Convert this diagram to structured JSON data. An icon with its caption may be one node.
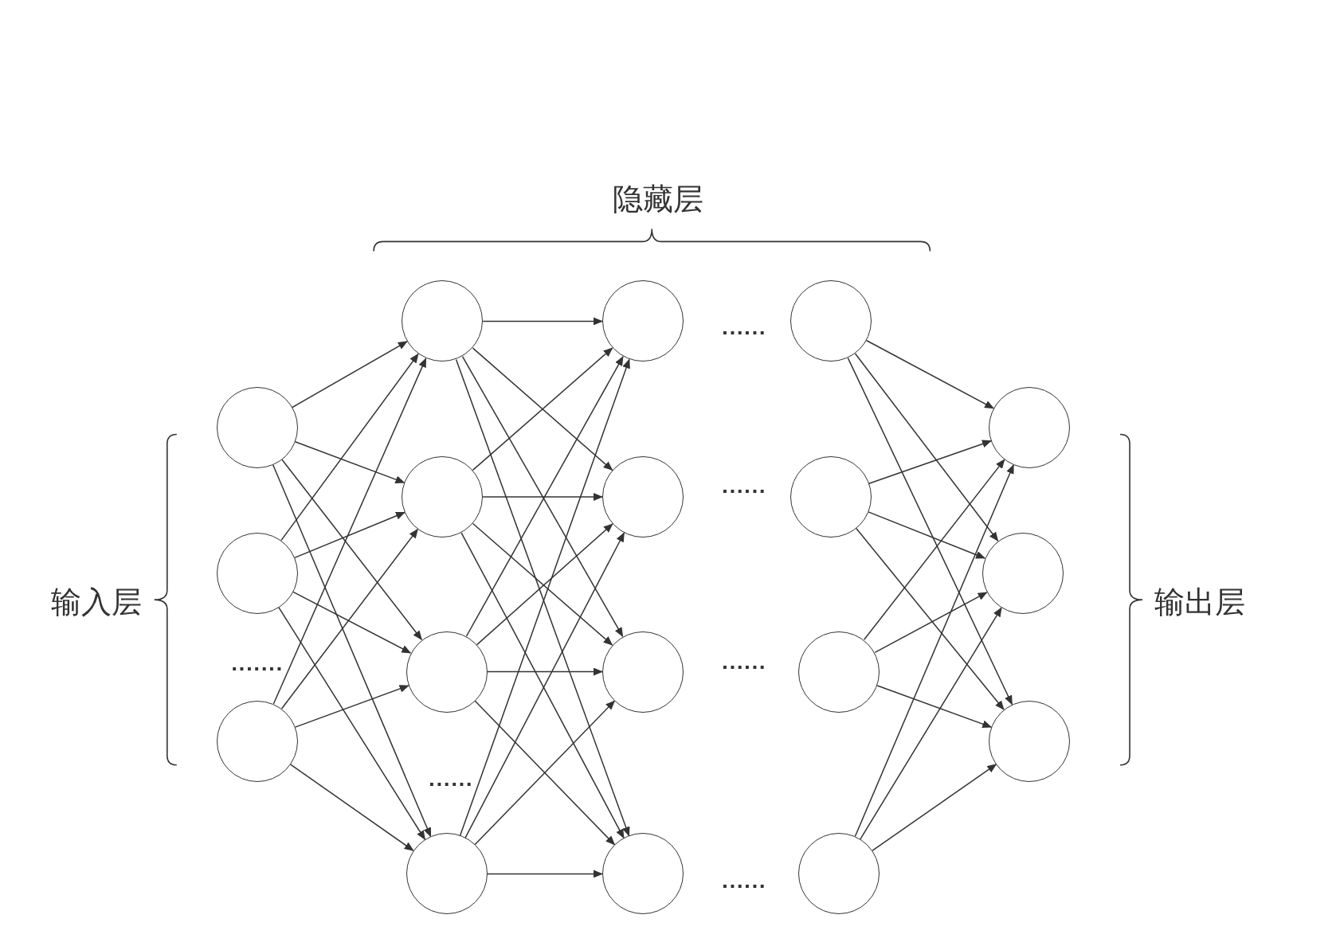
{
  "diagram": {
    "nodes": [
      {
        "text": [],
        "shape": "circle"
      },
      {
        "text": [],
        "shape": "circle"
      },
      {
        "text": [],
        "shape": "circle"
      },
      {
        "text": [],
        "shape": "circle"
      },
      {
        "text": [],
        "shape": "circle"
      },
      {
        "text": [],
        "shape": "circle"
      },
      {
        "text": [],
        "shape": "circle"
      },
      {
        "text": [],
        "shape": "circle"
      },
      {
        "text": [],
        "shape": "circle"
      },
      {
        "text": [],
        "shape": "circle"
      },
      {
        "text": [],
        "shape": "circle"
      },
      {
        "text": [],
        "shape": "circle"
      },
      {
        "text": [],
        "shape": "circle"
      },
      {
        "text": [],
        "shape": "circle"
      },
      {
        "text": [],
        "shape": "circle"
      },
      {
        "text": [],
        "shape": "circle"
      },
      {
        "text": [],
        "shape": "circle"
      },
      {
        "text": [],
        "shape": "circle"
      }
    ],
    "edges": [
      {
        "from": 0,
        "to": 3,
        "arrow": "to"
      },
      {
        "from": 0,
        "to": 4,
        "arrow": "to"
      },
      {
        "from": 0,
        "to": 5,
        "arrow": "to"
      },
      {
        "from": 0,
        "to": 6,
        "arrow": "to"
      },
      {
        "from": 1,
        "to": 3,
        "arrow": "to"
      },
      {
        "from": 1,
        "to": 4,
        "arrow": "to"
      },
      {
        "from": 1,
        "to": 5,
        "arrow": "to"
      },
      {
        "from": 1,
        "to": 6,
        "arrow": "to"
      },
      {
        "from": 2,
        "to": 3,
        "arrow": "to"
      },
      {
        "from": 2,
        "to": 4,
        "arrow": "to"
      },
      {
        "from": 2,
        "to": 5,
        "arrow": "to"
      },
      {
        "from": 2,
        "to": 6,
        "arrow": "to"
      },
      {
        "from": 3,
        "to": 7,
        "arrow": "to"
      },
      {
        "from": 3,
        "to": 8,
        "arrow": "to"
      },
      {
        "from": 3,
        "to": 9,
        "arrow": "to"
      },
      {
        "from": 3,
        "to": 10,
        "arrow": "to"
      },
      {
        "from": 4,
        "to": 7,
        "arrow": "to"
      },
      {
        "from": 4,
        "to": 8,
        "arrow": "to"
      },
      {
        "from": 4,
        "to": 9,
        "arrow": "to"
      },
      {
        "from": 4,
        "to": 10,
        "arrow": "to"
      },
      {
        "from": 5,
        "to": 7,
        "arrow": "to"
      },
      {
        "from": 5,
        "to": 8,
        "arrow": "to"
      },
      {
        "from": 5,
        "to": 9,
        "arrow": "to"
      },
      {
        "from": 5,
        "to": 10,
        "arrow": "to"
      },
      {
        "from": 6,
        "to": 7,
        "arrow": "to"
      },
      {
        "from": 6,
        "to": 8,
        "arrow": "to"
      },
      {
        "from": 6,
        "to": 9,
        "arrow": "to"
      },
      {
        "from": 6,
        "to": 10,
        "arrow": "to"
      },
      {
        "from": 11,
        "to": 15,
        "arrow": "to"
      },
      {
        "from": 11,
        "to": 16,
        "arrow": "to"
      },
      {
        "from": 11,
        "to": 17,
        "arrow": "to"
      },
      {
        "from": 12,
        "to": 15,
        "arrow": "to"
      },
      {
        "from": 12,
        "to": 16,
        "arrow": "to"
      },
      {
        "from": 12,
        "to": 17,
        "arrow": "to"
      },
      {
        "from": 13,
        "to": 15,
        "arrow": "to"
      },
      {
        "from": 13,
        "to": 16,
        "arrow": "to"
      },
      {
        "from": 13,
        "to": 17,
        "arrow": "to"
      },
      {
        "from": 14,
        "to": 15,
        "arrow": "to"
      },
      {
        "from": 14,
        "to": 16,
        "arrow": "to"
      },
      {
        "from": 14,
        "to": 17,
        "arrow": "to"
      }
    ],
    "labels": [
      "隐藏层",
      "......",
      "......",
      "输入层",
      "输出层",
      ".......",
      "......",
      "......",
      "......"
    ]
  }
}
